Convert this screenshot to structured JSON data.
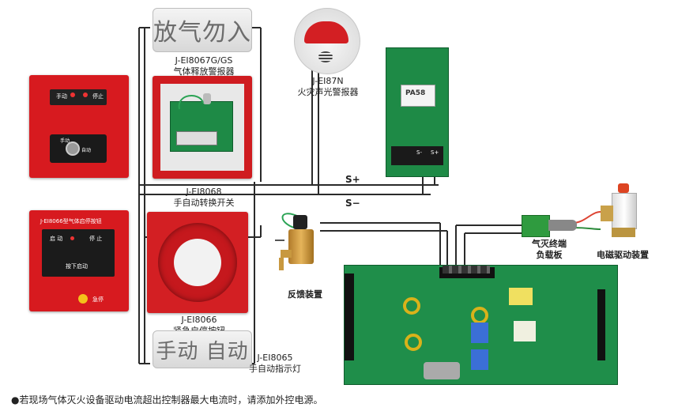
{
  "signs": {
    "discharge": "放气勿入",
    "manual_auto": "手动 自动"
  },
  "labels": {
    "gas_alarm_model": "J-EI8067G/GS",
    "gas_alarm_name": "气体释放警报器",
    "sounder_model": "J-EI87N",
    "sounder_name": "火灾声光警报器",
    "switch_model": "J-EI8068",
    "switch_name": "手自动转换开关",
    "emergency_model": "J-EI8066",
    "emergency_name": "紧急启停按钮",
    "indicator_model": "J-EI8065",
    "indicator_name": "手自动指示灯",
    "feedback": "反馈装置",
    "load_board_1": "气灭终端",
    "load_board_2": "负载板",
    "solenoid": "电磁驱动装置",
    "bus_plus": "S+",
    "bus_minus": "S−"
  },
  "devices": {
    "switch_panel": {
      "manual": "手动",
      "stop": "停止",
      "auto": "自动",
      "key_mode": "手动"
    },
    "start_stop_panel": {
      "title": "J-EI8066型气体启停按钮",
      "start": "启 动",
      "stop": "停 止",
      "press": "按下启动",
      "emergency": "急停"
    },
    "pcb_small": {
      "module_text": "PA58",
      "terminal_plus": "S+",
      "terminal_minus": "S-"
    }
  },
  "footnote": "●若现场气体灭火设备驱动电流超出控制器最大电流时，请添加外控电源。",
  "colors": {
    "panel_red": "#d71a1f",
    "pcb_green": "#1e8a46",
    "wire": "#222222"
  }
}
